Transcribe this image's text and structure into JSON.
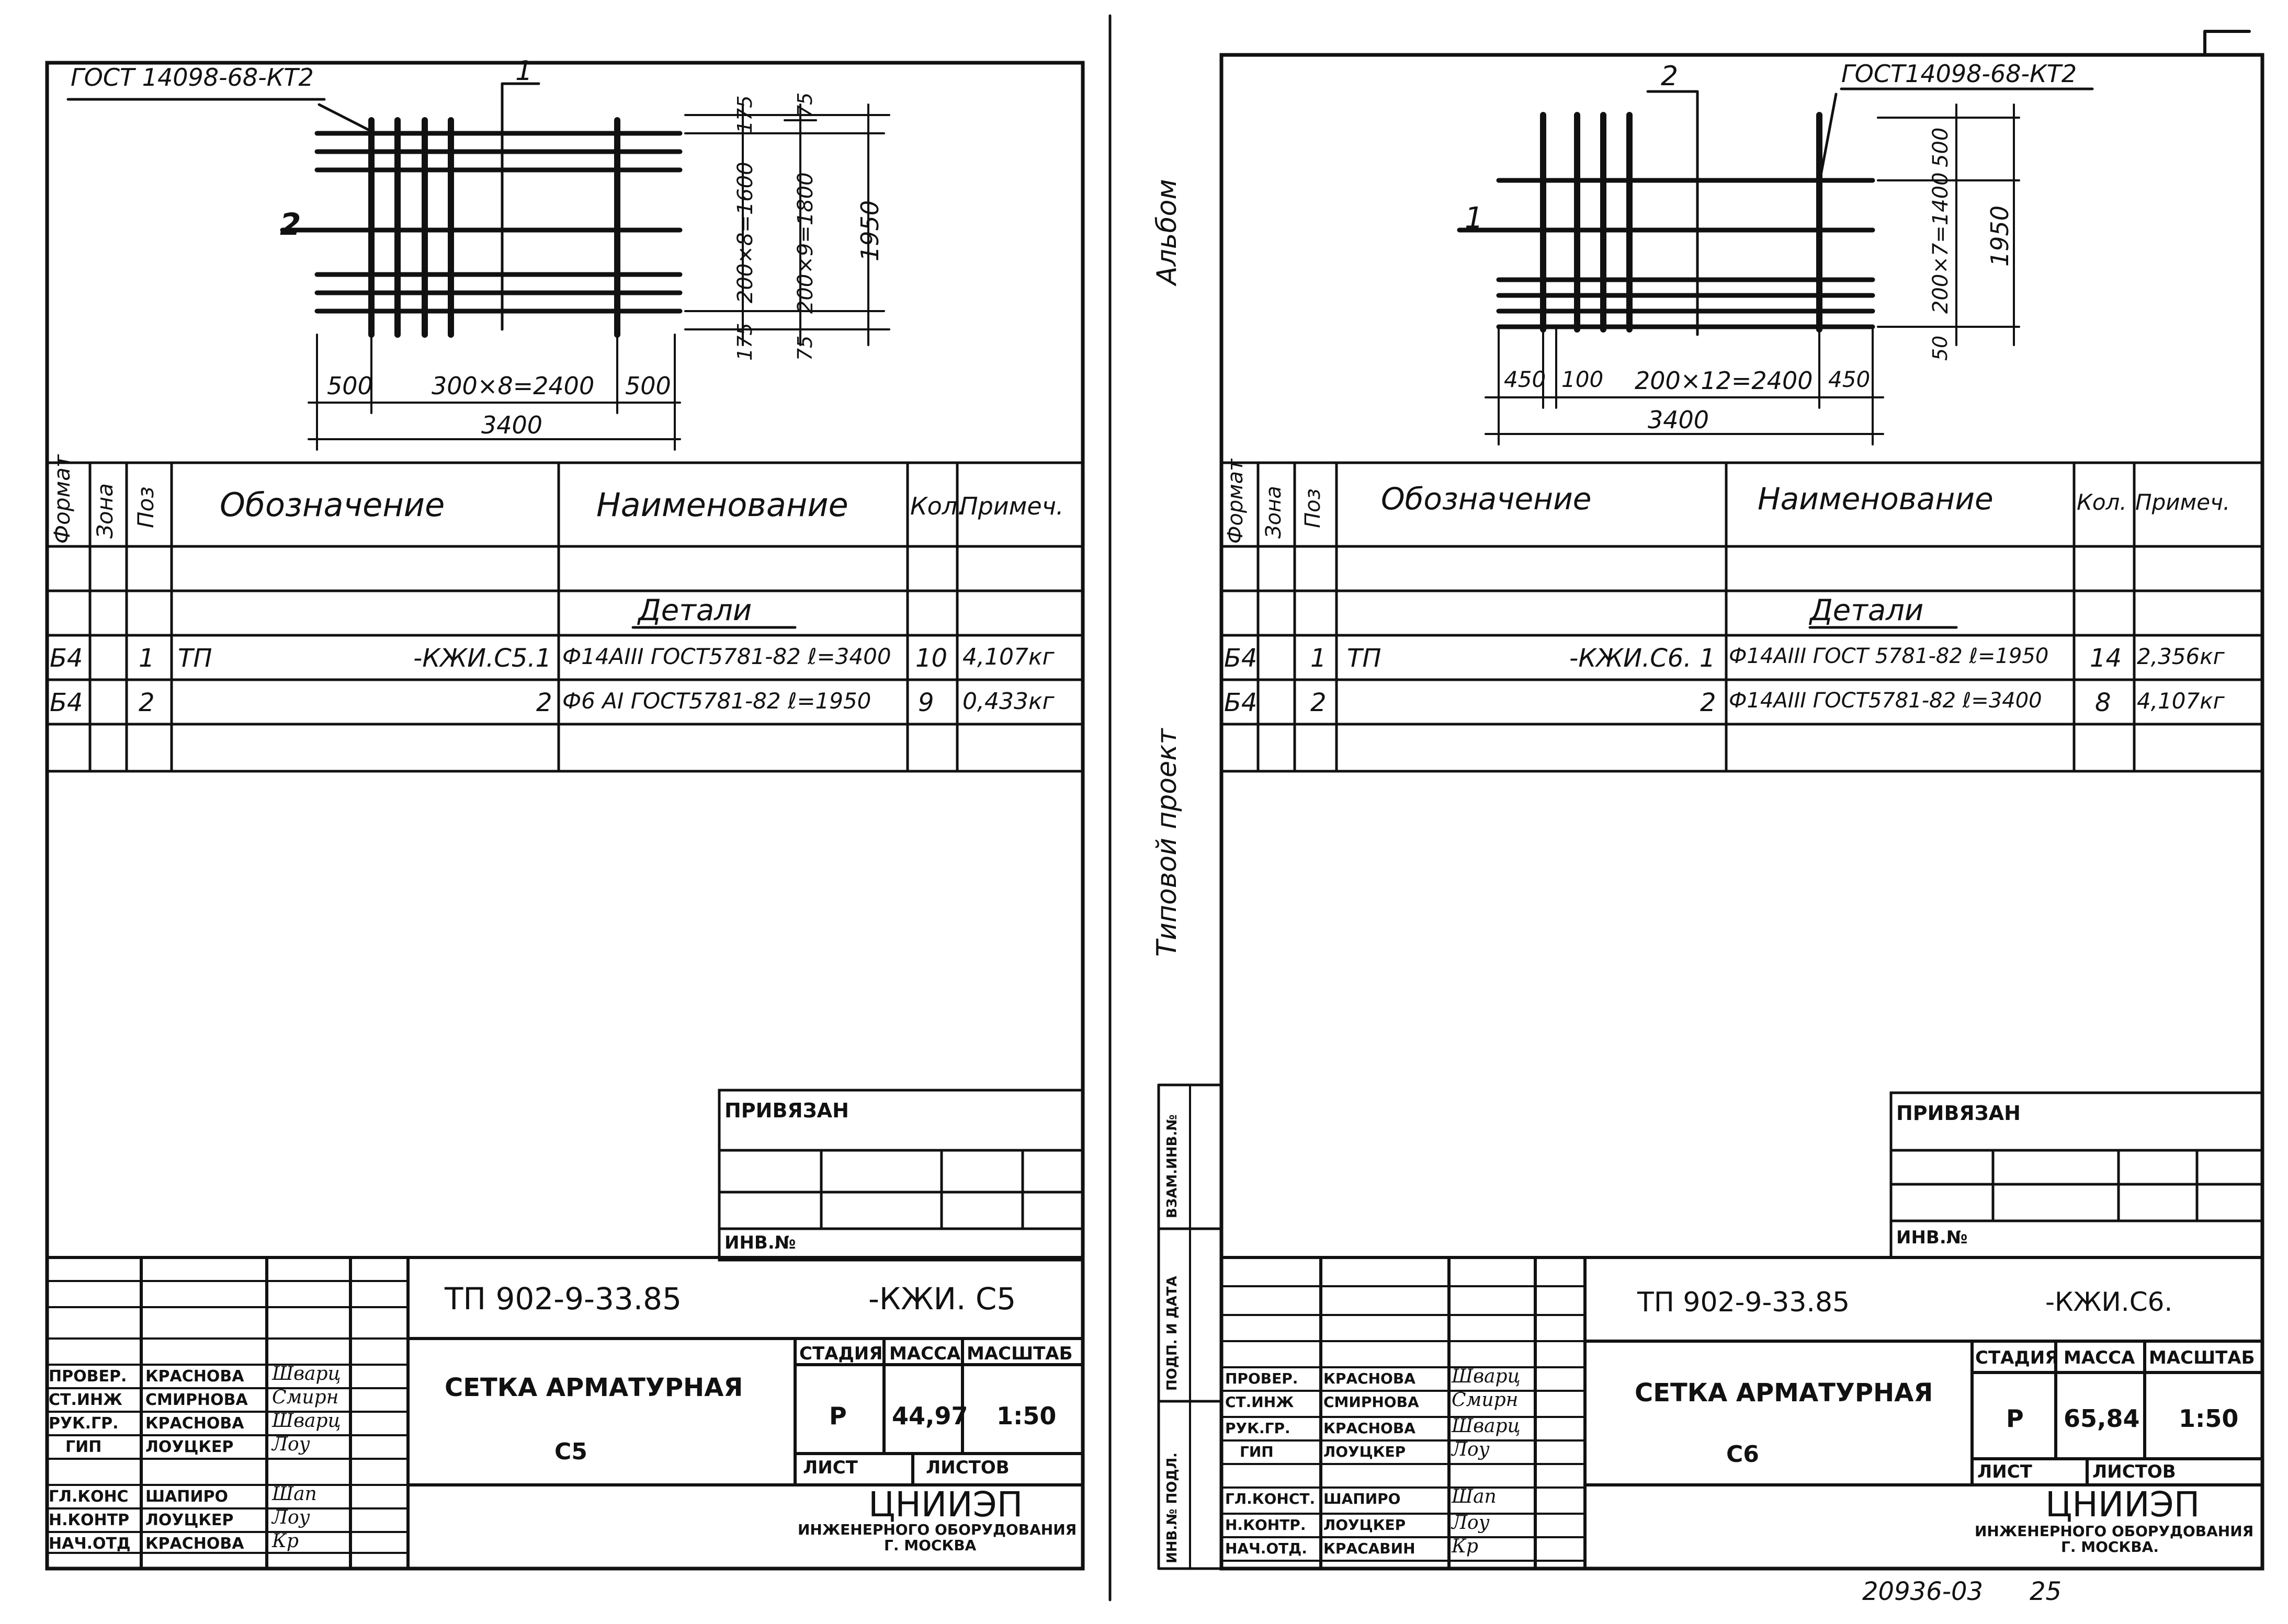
{
  "left_sheet": {
    "gost_label": "ГОСТ 14098-68-КТ2",
    "pos_marker_1": "1",
    "pos_marker_2": "2",
    "dims": {
      "d500a": "500",
      "d300x8": "300×8=2400",
      "d500b": "500",
      "d3400": "3400",
      "d175t": "175",
      "d175b": "175",
      "d75t": "75",
      "d75b": "75",
      "d200x8": "200×8=1600",
      "d200x9": "200×9=1800",
      "d1950": "1950"
    },
    "table": {
      "headers": {
        "format": "Формат",
        "zone": "Зона",
        "pos": "Поз",
        "designation": "Обозначение",
        "name": "Наименование",
        "qty": "Кол.",
        "note": "Примеч."
      },
      "section": "Детали",
      "rows": [
        {
          "format": "Б4",
          "pos": "1",
          "des_prefix": "ТП",
          "des": "-КЖИ.С5.1",
          "name": "Ф14АIII ГОСТ5781-82 ℓ=3400",
          "qty": "10",
          "note": "4,107кг"
        },
        {
          "format": "Б4",
          "pos": "2",
          "des_prefix": "",
          "des": "2",
          "name": "Ф6 АI ГОСТ5781-82 ℓ=1950",
          "qty": "9",
          "note": "0,433кг"
        }
      ]
    },
    "privyazan": "ПРИВЯЗАН",
    "inv_no": "ИНВ.№",
    "title_block": {
      "code_left": "ТП 902-9-33.85",
      "code_right": "-КЖИ. С5",
      "title": "СЕТКА   АРМАТУРНАЯ",
      "subtitle": "С5",
      "stage_h": "СТАДИЯ",
      "mass_h": "МАССА",
      "scale_h": "МАСШТАБ",
      "stage": "Р",
      "mass": "44,97",
      "scale": "1:50",
      "sheet_h": "ЛИСТ",
      "sheets_h": "ЛИСТОВ",
      "org": "ЦНИИЭП",
      "org_sub1": "ИНЖЕНЕРНОГО ОБОРУДОВАНИЯ",
      "org_sub2": "Г. МОСКВА",
      "signers": [
        {
          "role": "ПРОВЕР.",
          "name": "КРАСНОВА",
          "sig": "Шварц"
        },
        {
          "role": "СТ.ИНЖ",
          "name": "СМИРНОВА",
          "sig": "Смирн"
        },
        {
          "role": "РУК.ГР.",
          "name": "КРАСНОВА",
          "sig": "Шварц"
        },
        {
          "role": "ГИП",
          "name": "ЛОУЦКЕР",
          "sig": "Лоу"
        },
        {
          "role": "ГЛ.КОНС",
          "name": "ШАПИРО",
          "sig": "Шап"
        },
        {
          "role": "Н.КОНТР",
          "name": "ЛОУЦКЕР",
          "sig": "Лоу"
        },
        {
          "role": "НАЧ.ОТД",
          "name": "КРАСНОВА",
          "sig": "Кр"
        }
      ]
    }
  },
  "right_sheet": {
    "gost_label": "ГОСТ14098-68-КТ2",
    "pos_marker_1": "1",
    "pos_marker_2": "2",
    "dims": {
      "d450a": "450",
      "d100": "100",
      "d200x12": "200×12=2400",
      "d450b": "450",
      "d3400": "3400",
      "d500": "500",
      "d200x7": "200×7=1400",
      "d50": "50",
      "d1950": "1950"
    },
    "table": {
      "headers": {
        "format": "Формат",
        "zone": "Зона",
        "pos": "Поз",
        "designation": "Обозначение",
        "name": "Наименование",
        "qty": "Кол.",
        "note": "Примеч."
      },
      "section": "Детали",
      "rows": [
        {
          "format": "Б4",
          "pos": "1",
          "des_prefix": "ТП",
          "des": "-КЖИ.С6. 1",
          "name": "Ф14АIII ГОСТ 5781-82 ℓ=1950",
          "qty": "14",
          "note": "2,356кг"
        },
        {
          "format": "Б4",
          "pos": "2",
          "des_prefix": "",
          "des": "2",
          "name": "Ф14АIII ГОСТ5781-82 ℓ=3400",
          "qty": "8",
          "note": "4,107кг"
        }
      ]
    },
    "privyazan": "ПРИВЯЗАН",
    "inv_no": "ИНВ.№",
    "side_labels": {
      "vzam": "ВЗАМ.ИНВ.№",
      "podp": "ПОДП. И ДАТА",
      "inv_podl": "ИНВ.№ ПОДЛ."
    },
    "album_labels": {
      "album": "Альбом",
      "project": "Типовой   проект"
    },
    "title_block": {
      "code_left": "ТП 902-9-33.85",
      "code_right": "-КЖИ.С6.",
      "title": "СЕТКА АРМАТУРНАЯ",
      "subtitle": "С6",
      "stage_h": "СТАДИЯ",
      "mass_h": "МАССА",
      "scale_h": "МАСШТАБ",
      "stage": "Р",
      "mass": "65,84",
      "scale": "1:50",
      "sheet_h": "ЛИСТ",
      "sheets_h": "ЛИСТОВ",
      "org": "ЦНИИЭП",
      "org_sub1": "ИНЖЕНЕРНОГО ОБОРУДОВАНИЯ",
      "org_sub2": "Г. МОСКВА.",
      "signers": [
        {
          "role": "ПРОВЕР.",
          "name": "КРАСНОВА",
          "sig": "Шварц"
        },
        {
          "role": "СТ.ИНЖ",
          "name": "СМИРНОВА",
          "sig": "Смирн"
        },
        {
          "role": "РУК.ГР.",
          "name": "КРАСНОВА",
          "sig": "Шварц"
        },
        {
          "role": "ГИП",
          "name": "ЛОУЦКЕР",
          "sig": "Лоу"
        },
        {
          "role": "ГЛ.КОНСТ.",
          "name": "ШАПИРО",
          "sig": "Шап"
        },
        {
          "role": "Н.КОНТР.",
          "name": "ЛОУЦКЕР",
          "sig": "Лоу"
        },
        {
          "role": "НАЧ.ОТД.",
          "name": "КРАСАВИН",
          "sig": "Кр"
        }
      ]
    },
    "footer_stamp": "20936-03",
    "page_no": "25"
  }
}
